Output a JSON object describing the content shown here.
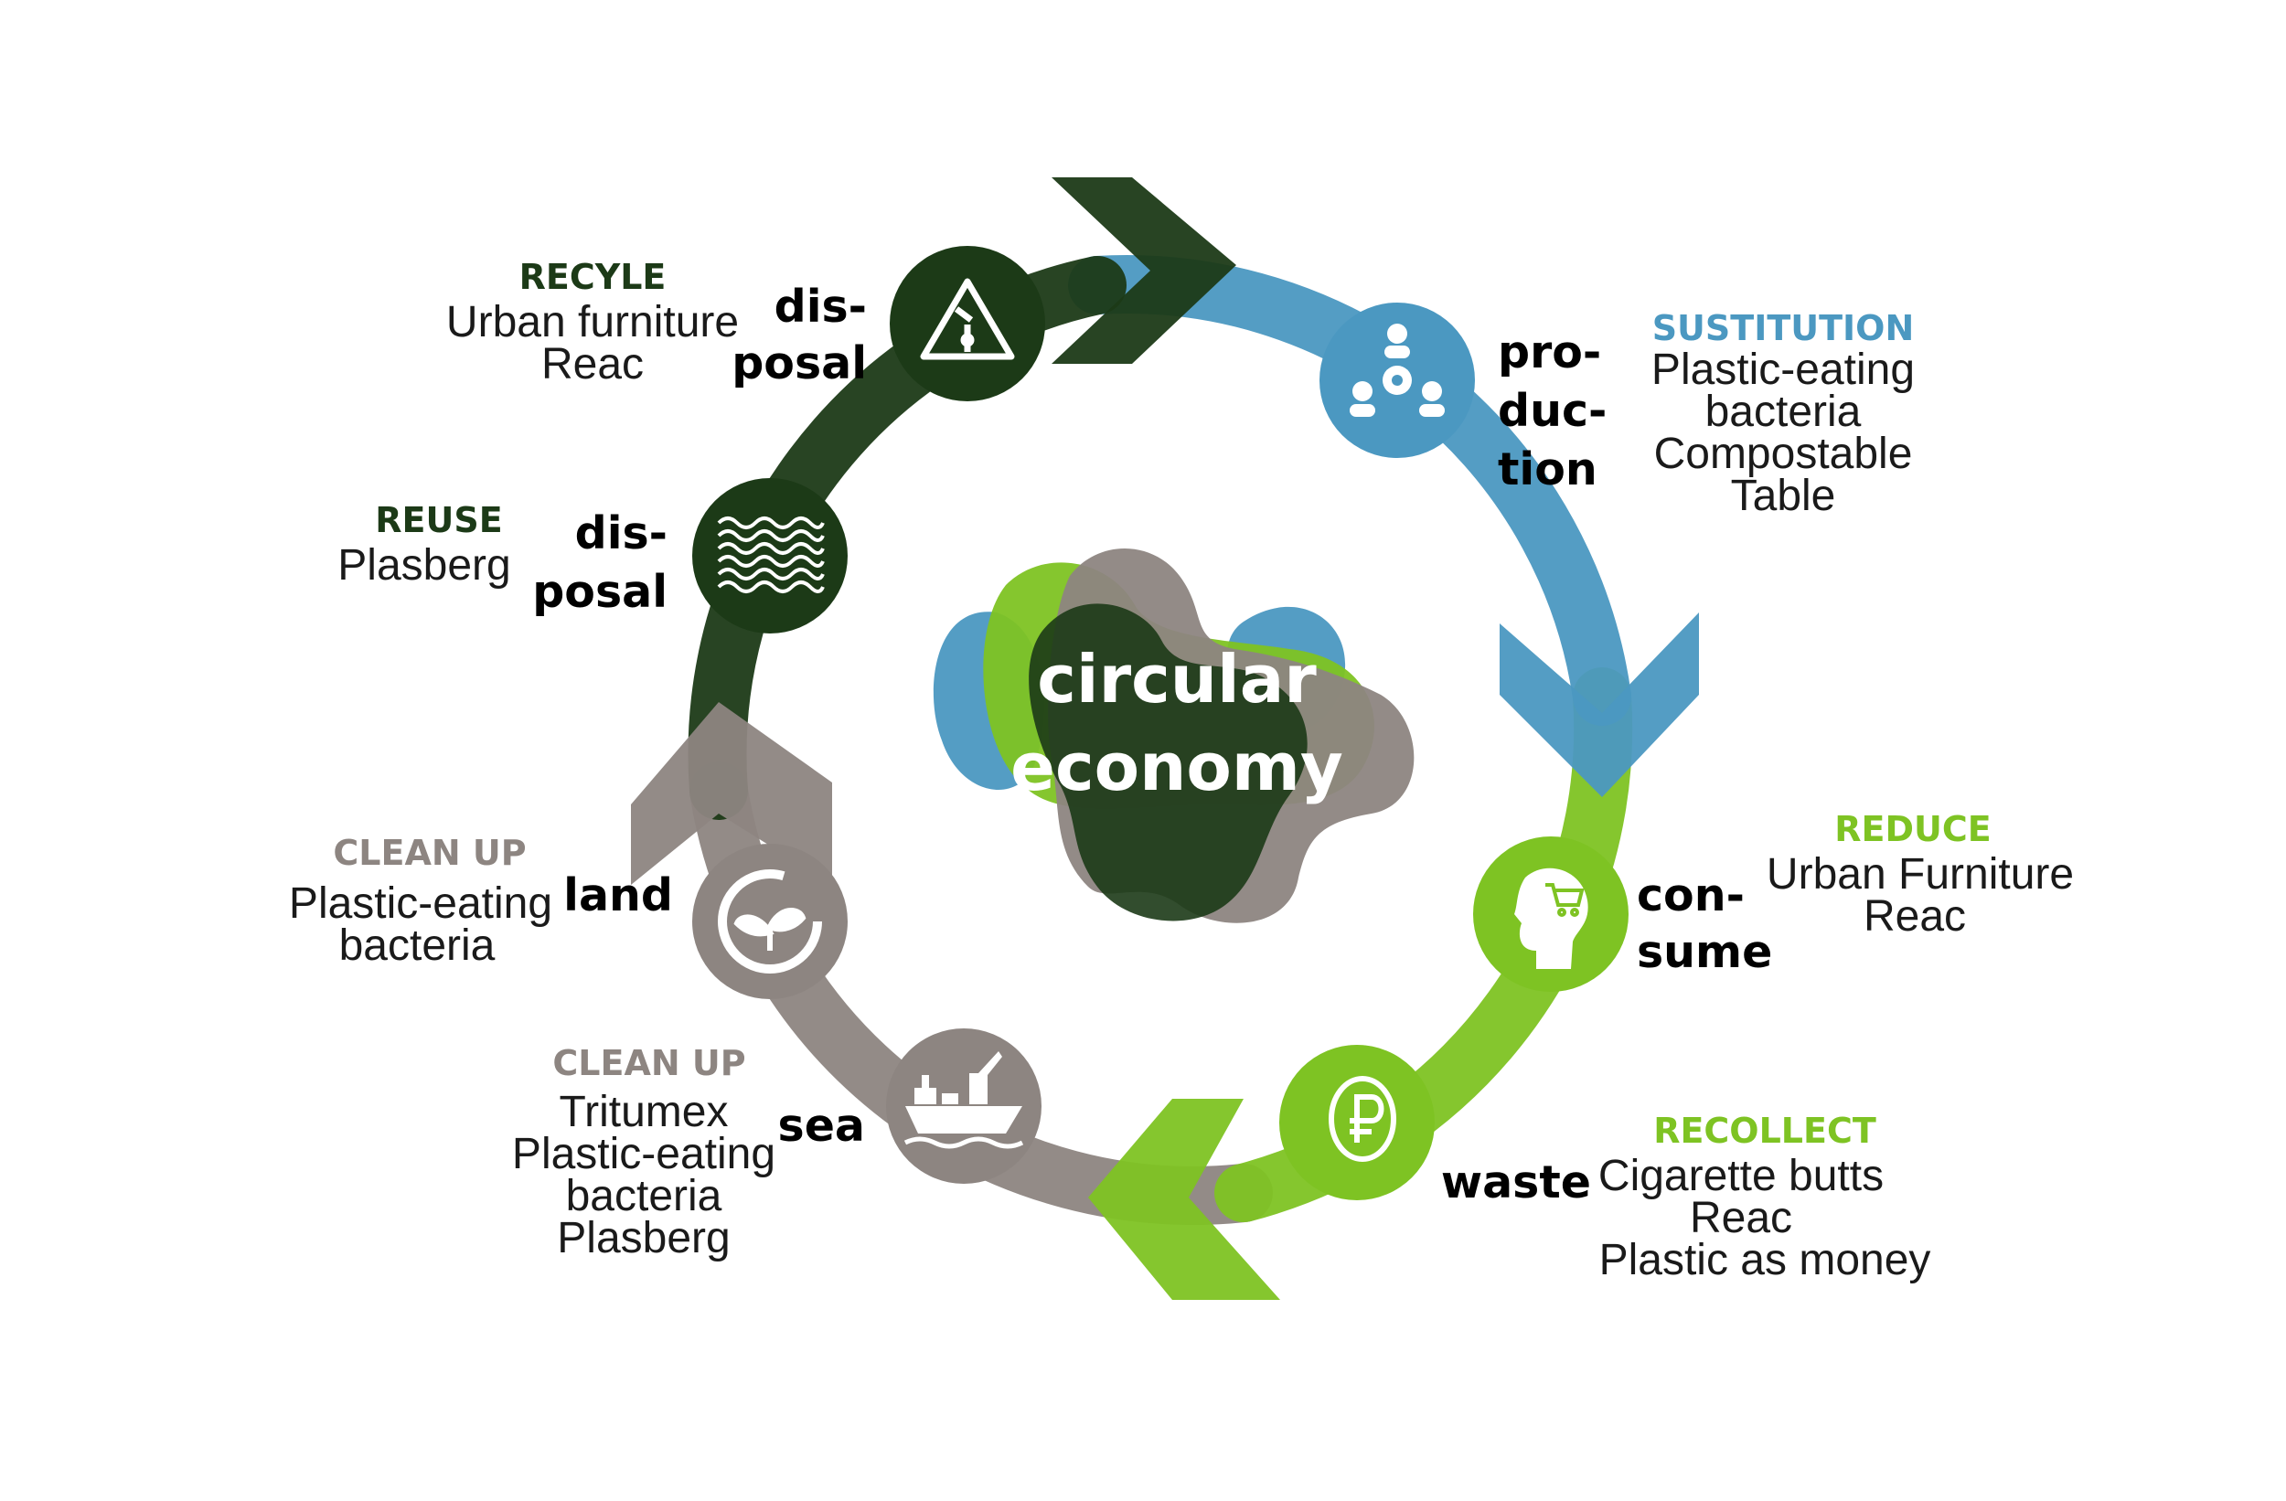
{
  "center": {
    "line1": "circular",
    "line2": "economy"
  },
  "colors": {
    "dark_green": "#1c3a17",
    "blue": "#4b98c1",
    "light_green": "#7ec323",
    "gray": "#8d8581",
    "white": "#ffffff"
  },
  "nodes": {
    "production": {
      "label_lines": [
        "pro-",
        "duc-",
        "tion"
      ],
      "category": "SUSTITUTION",
      "details": [
        "Plastic-eating",
        "bacteria",
        "Compostable",
        "Table"
      ],
      "icon": "team-gear-icon"
    },
    "consume": {
      "label_lines": [
        "con-",
        "sume"
      ],
      "category": "REDUCE",
      "details": [
        "Urban Furniture",
        "Reac"
      ],
      "icon": "head-shopping-cart-icon"
    },
    "waste": {
      "label_lines": [
        "waste"
      ],
      "category": "RECOLLECT",
      "details": [
        "Cigarette butts",
        "Reac",
        "Plastic as money"
      ],
      "icon": "ruble-coin-icon"
    },
    "sea": {
      "label_lines": [
        "sea"
      ],
      "category": "CLEAN UP",
      "details": [
        "Tritumex",
        "Plastic-eating",
        "bacteria",
        "Plasberg"
      ],
      "icon": "ship-icon"
    },
    "land": {
      "label_lines": [
        "land"
      ],
      "category": "CLEAN UP",
      "details": [
        "Plastic-eating",
        "bacteria"
      ],
      "icon": "plant-cycle-icon"
    },
    "reuse": {
      "label_lines": [
        "dis-",
        "posal"
      ],
      "category": "REUSE",
      "details": [
        "Plasberg"
      ],
      "icon": "mesh-icon"
    },
    "recycle": {
      "label_lines": [
        "dis-",
        "posal"
      ],
      "category": "RECYLE",
      "details": [
        "Urban furniture",
        "Reac"
      ],
      "icon": "recycle-triangle-icon"
    }
  }
}
